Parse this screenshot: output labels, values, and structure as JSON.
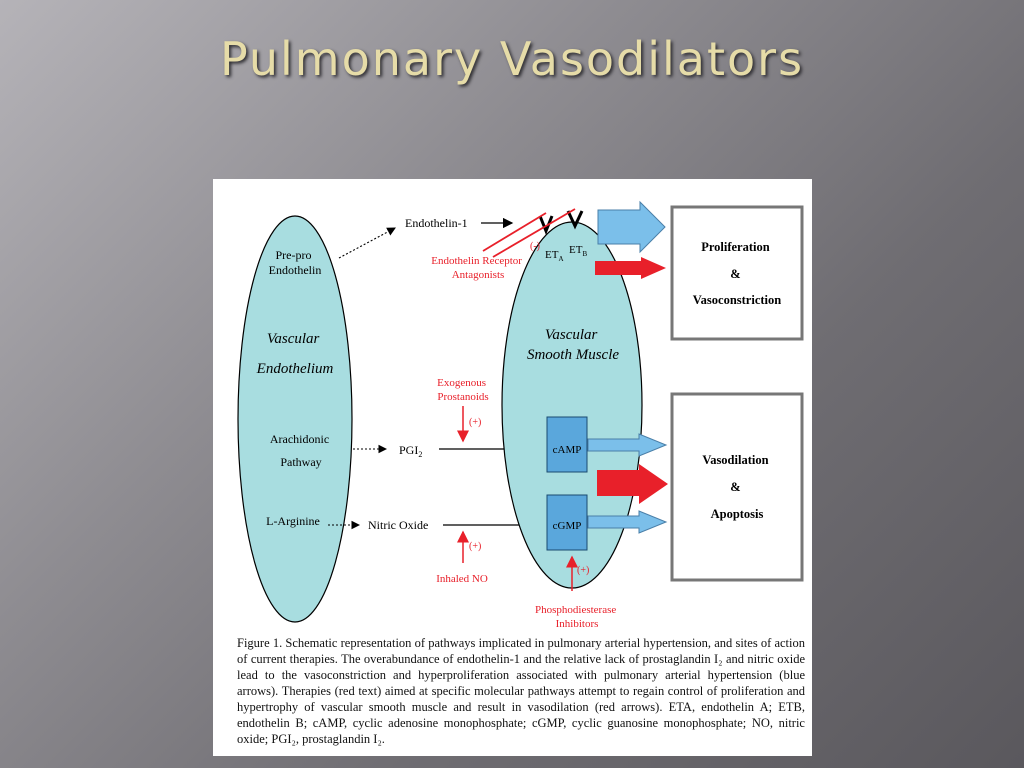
{
  "slide": {
    "title": "Pulmonary Vasodilators"
  },
  "diagram": {
    "endothelium": {
      "pre_pro_line1": "Pre-pro",
      "pre_pro_line2": "Endothelin",
      "label_line1": "Vascular",
      "label_line2": "Endothelium",
      "arachidonic_line1": "Arachidonic",
      "arachidonic_line2": "Pathway",
      "l_arginine": "L-Arginine"
    },
    "mediators": {
      "endothelin1": "Endothelin-1",
      "pgi": "PGI",
      "pgi_sub": "2",
      "nitric_oxide": "Nitric Oxide"
    },
    "smooth_muscle": {
      "label_line1": "Vascular",
      "label_line2": "Smooth Muscle",
      "camp": "cAMP",
      "cgmp": "cGMP",
      "et": "ET",
      "eta_sub": "A",
      "etb_sub": "B",
      "minus": "(-)"
    },
    "therapies": {
      "era_line1": "Endothelin Receptor",
      "era_line2": "Antagonists",
      "exo_line1": "Exogenous",
      "exo_line2": "Prostanoids",
      "inhaled_no": "Inhaled NO",
      "pde_line1": "Phosphodiesterase",
      "pde_line2": "Inhibitors",
      "plus": "(+)"
    },
    "outcomes": {
      "prolif_line1": "Proliferation",
      "amp": "&",
      "prolif_line3": "Vasoconstriction",
      "vaso_line1": "Vasodilation",
      "vaso_line3": "Apoptosis"
    },
    "colors": {
      "ellipse_fill": "#a8dde0",
      "box_fill": "#5aa7dc",
      "blue_arrow": "#7bbfea",
      "red": "#e8202a",
      "therapy_text": "#e8202a"
    }
  },
  "caption": {
    "figure_label": "Figure 1.",
    "text": " Schematic representation of pathways implicated in pulmonary arterial hypertension, and sites of action of current therapies. The overabundance of endothelin-1 and the relative lack of prostaglandin I₂ and nitric oxide lead to the vasoconstriction and hyperproliferation associated with pulmonary arterial hypertension (blue arrows). Therapies (red text) aimed at specific molecular pathways attempt to regain control of proliferation and hypertrophy of vascular smooth muscle and result in vasodilation (red arrows). ETA, endothelin A; ETB, endothelin B; cAMP, cyclic adenosine monophosphate; cGMP, cyclic guanosine monophosphate; NO, nitric oxide; PGI₂, prostaglandin I₂."
  }
}
